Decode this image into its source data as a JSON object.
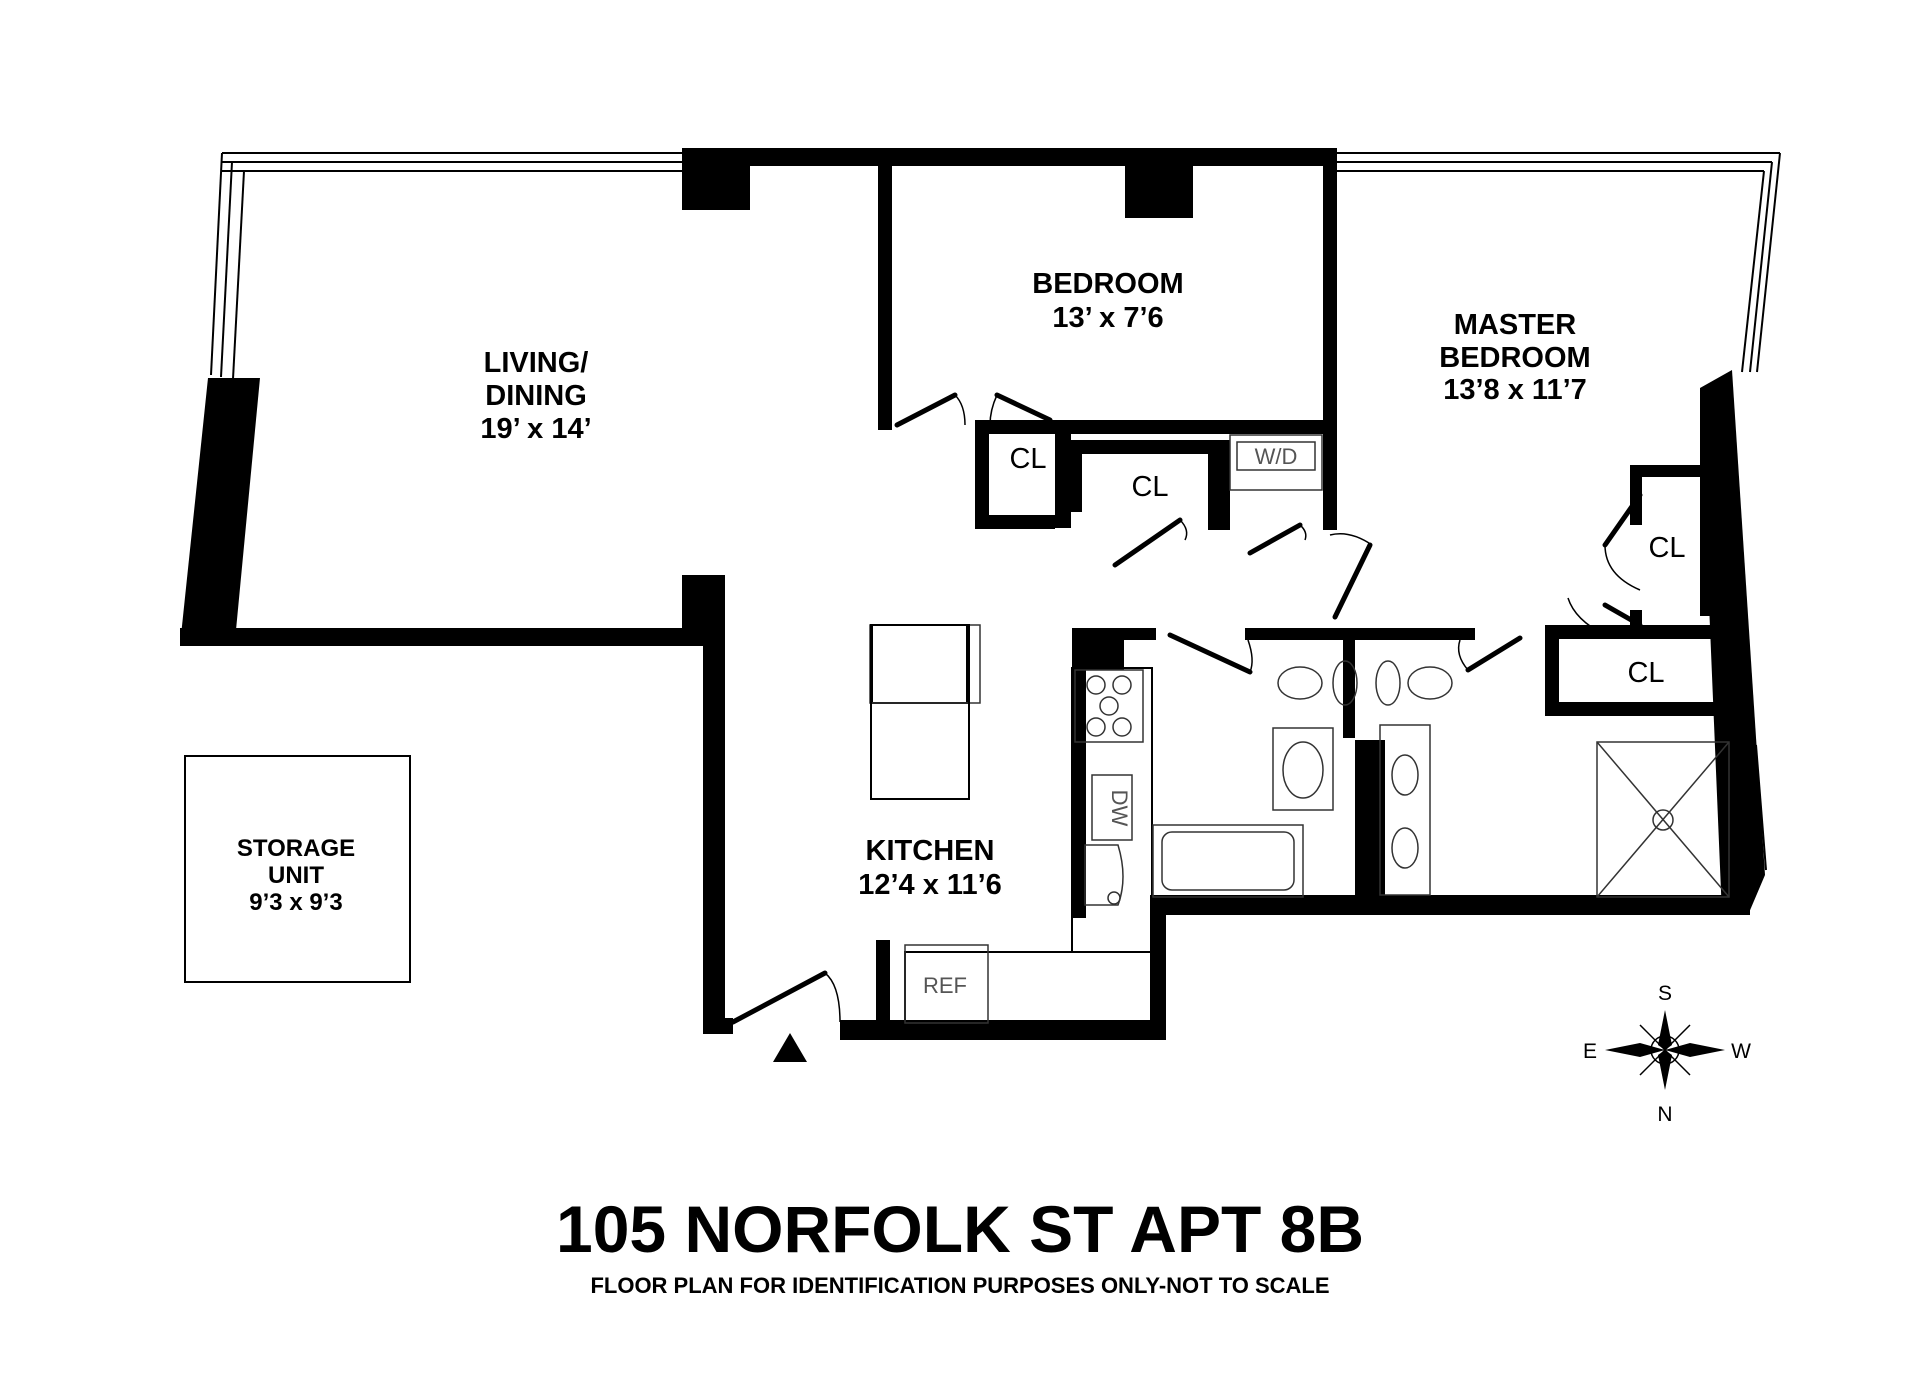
{
  "title": "105 NORFOLK ST APT 8B",
  "subtitle": "FLOOR PLAN FOR IDENTIFICATION PURPOSES ONLY-NOT TO SCALE",
  "rooms": {
    "living": {
      "name_line1": "LIVING/",
      "name_line2": "DINING",
      "dims": "19’ x 14’"
    },
    "bedroom": {
      "name": "BEDROOM",
      "dims": "13’ x 7’6"
    },
    "master": {
      "name_line1": "MASTER",
      "name_line2": "BEDROOM",
      "dims": "13’8 x 11’7"
    },
    "kitchen": {
      "name": "KITCHEN",
      "dims": "12’4 x 11’6"
    },
    "storage": {
      "name_line1": "STORAGE",
      "name_line2": "UNIT",
      "dims": "9’3 x 9’3"
    }
  },
  "closets": [
    "CL",
    "CL",
    "CL",
    "CL"
  ],
  "fixtures": {
    "washer_dryer": "W/D",
    "dishwasher": "DW",
    "refrigerator": "REF"
  },
  "compass": {
    "north": "N",
    "south": "S",
    "east": "E",
    "west": "W"
  }
}
